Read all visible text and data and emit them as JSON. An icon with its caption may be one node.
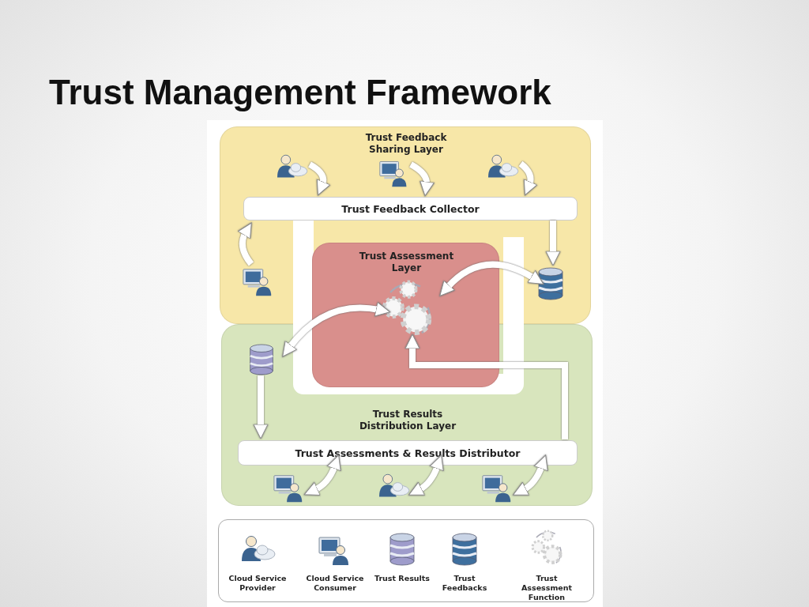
{
  "diagram": {
    "title": "Trust Management Framework",
    "nodes": [
      {
        "text": [
          "Trust Feedback Sharing Layer"
        ]
      },
      {
        "text": [],
        "shape": "person",
        "in": 0
      },
      {
        "text": [],
        "shape": "person",
        "in": 0
      },
      {
        "text": [],
        "shape": "person",
        "in": 0
      },
      {
        "text": [],
        "shape": "person",
        "in": 0
      },
      {
        "text": [
          "Trust Feedback Collector"
        ],
        "in": 0
      },
      {
        "text": [],
        "shape": "cylinder",
        "in": 0
      },
      {
        "text": [
          "Trust Assessment Layer"
        ]
      },
      {
        "text": [],
        "shape": "gear",
        "in": 7
      },
      {
        "text": [
          "Trust Results Distribution Layer"
        ]
      },
      {
        "text": [],
        "shape": "cylinder",
        "in": 9
      },
      {
        "text": [
          "Trust Assessments & Results Distributor"
        ],
        "in": 9
      },
      {
        "text": [],
        "shape": "person",
        "in": 9
      },
      {
        "text": [],
        "shape": "person",
        "in": 9
      },
      {
        "text": [],
        "shape": "person",
        "in": 9
      }
    ],
    "edges": [
      {
        "from": 1,
        "to": 5,
        "arrow": "to"
      },
      {
        "from": 2,
        "to": 5,
        "arrow": "to"
      },
      {
        "from": 3,
        "to": 5,
        "arrow": "to"
      },
      {
        "from": 4,
        "to": 5,
        "arrow": "to"
      },
      {
        "from": 5,
        "to": 6,
        "arrow": "to"
      },
      {
        "from": 6,
        "to": 8,
        "arrow": "both"
      },
      {
        "from": 8,
        "to": 10,
        "arrow": "both"
      },
      {
        "from": 10,
        "to": 11,
        "arrow": "to"
      },
      {
        "from": 11,
        "to": 8,
        "arrow": "to"
      },
      {
        "from": 11,
        "to": 12,
        "arrow": "both"
      },
      {
        "from": 11,
        "to": 13,
        "arrow": "both"
      },
      {
        "from": 11,
        "to": 14,
        "arrow": "both"
      }
    ],
    "legend": [
      {
        "text": "Cloud Service Provider"
      },
      {
        "text": "Cloud Service Consumer"
      },
      {
        "text": "Trust Results"
      },
      {
        "text": "Trust Feedbacks"
      },
      {
        "text": "Trust Assessment Function"
      }
    ]
  }
}
